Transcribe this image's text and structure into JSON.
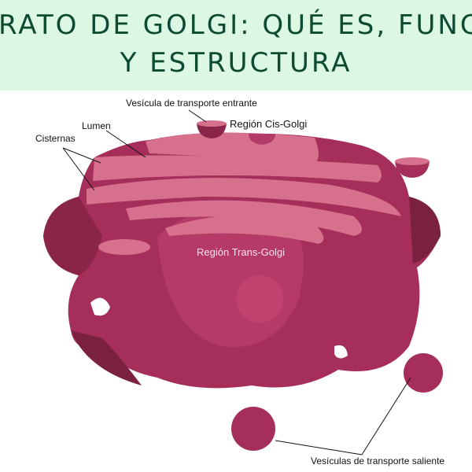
{
  "header": {
    "title_line1": "RATO DE GOLGI: QUÉ ES, FUNCI",
    "title_line2": "Y ESTRUCTURA"
  },
  "diagram": {
    "labels": {
      "incoming_vesicle": "Vesícula de transporte entrante",
      "cis": "Región Cis-Golgi",
      "lumen": "Lumen",
      "cisternae": "Cisternas",
      "trans": "Región Trans-Golgi",
      "outgoing_vesicles": "Vesículas de transporte saliente"
    },
    "colors": {
      "banner": "#dcf7e4",
      "title": "#0d4a32",
      "dark": "#7a2140",
      "body": "#a52e5a",
      "light": "#d6708c"
    }
  }
}
